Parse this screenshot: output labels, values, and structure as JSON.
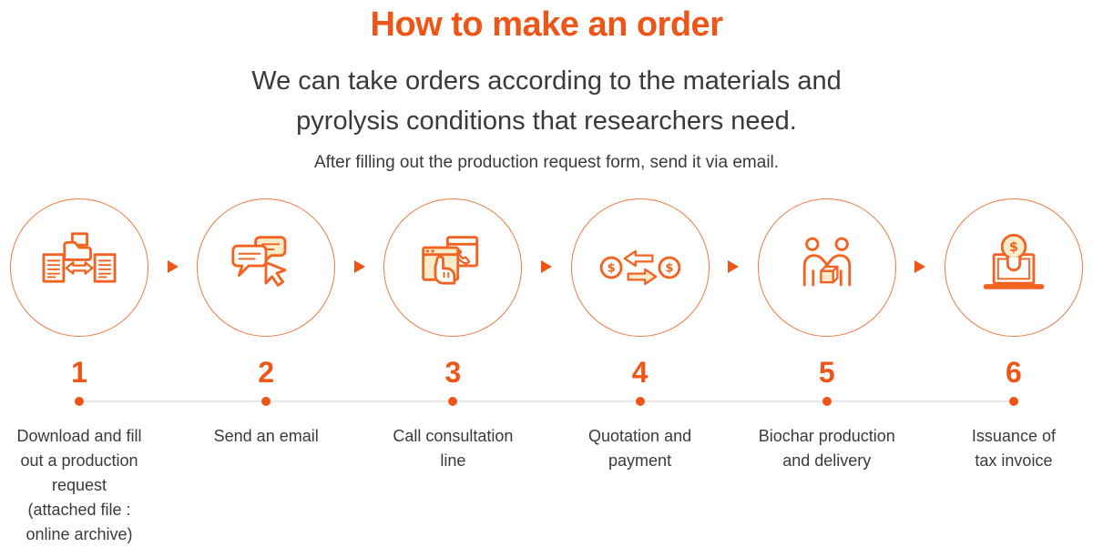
{
  "header": {
    "title": "How to make an order",
    "subtitle_line1": "We can take orders according to the materials and",
    "subtitle_line2": "pyrolysis conditions that researchers need.",
    "note": "After filling out the production request form, send it via email."
  },
  "colors": {
    "accent": "#EE5617",
    "icon-stroke": "#F26322",
    "icon-fill": "#FAEBC9",
    "circle-stroke": "#ED7A45",
    "line": "#E8E8E8",
    "text": "#3A3A3A"
  },
  "steps": [
    {
      "number": "1",
      "icon": "documents-exchange-icon",
      "label": "Download and fill\nout a production\nrequest\n(attached file :\nonline archive)"
    },
    {
      "number": "2",
      "icon": "email-chat-icon",
      "label": "Send an email"
    },
    {
      "number": "3",
      "icon": "call-browser-icon",
      "label": "Call consultation\nline"
    },
    {
      "number": "4",
      "icon": "payment-exchange-icon",
      "label": "Quotation and\npayment",
      "currency_symbol": "$"
    },
    {
      "number": "5",
      "icon": "handshake-delivery-icon",
      "label": "Biochar production\nand delivery"
    },
    {
      "number": "6",
      "icon": "invoice-bulb-laptop-icon",
      "label": "Issuance of\ntax invoice",
      "currency_symbol": "$"
    }
  ]
}
